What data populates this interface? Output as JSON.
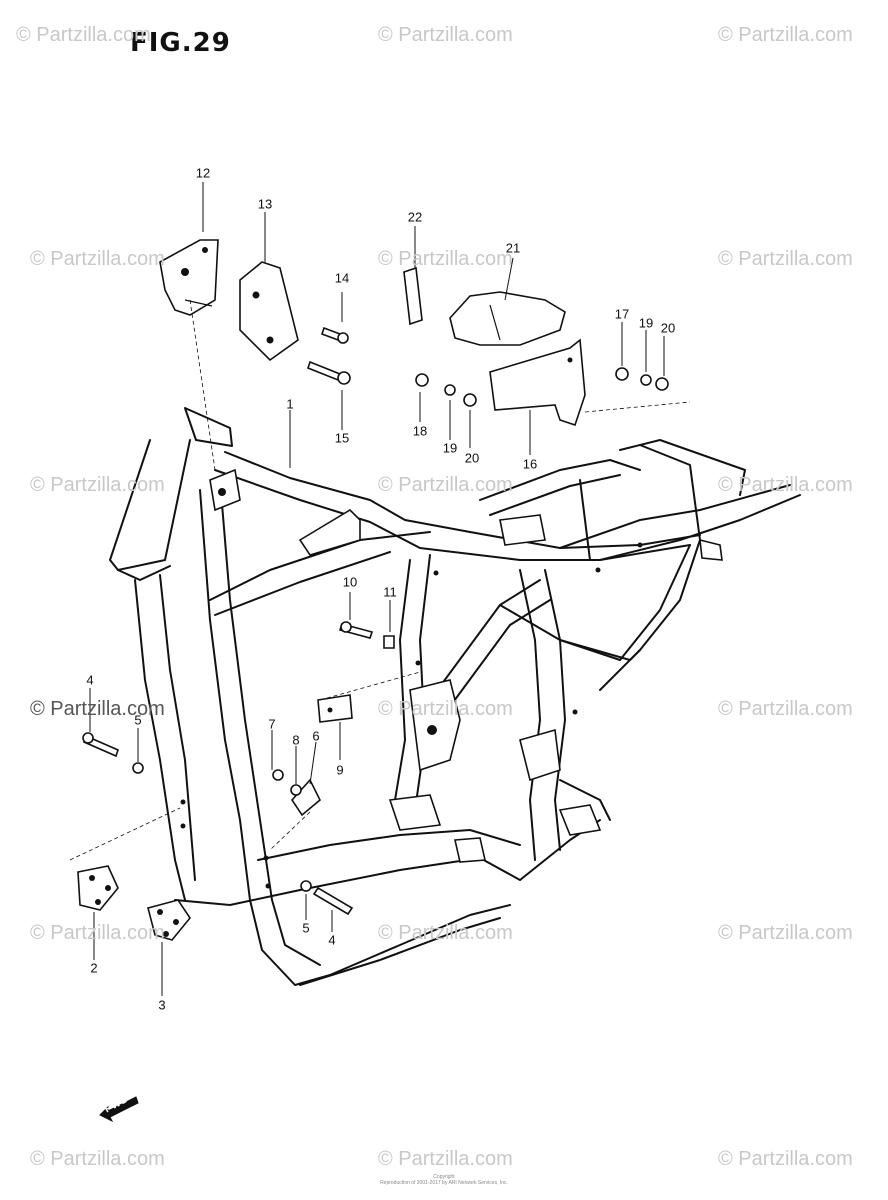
{
  "figure": {
    "title": "FIG.29"
  },
  "watermark": {
    "text": "© Partzilla.com"
  },
  "callouts": [
    "1",
    "2",
    "3",
    "4",
    "4",
    "5",
    "5",
    "6",
    "7",
    "8",
    "9",
    "10",
    "11",
    "12",
    "13",
    "14",
    "15",
    "16",
    "17",
    "18",
    "19",
    "19",
    "20",
    "20",
    "21",
    "22"
  ],
  "footer": {
    "line1": "Copyright",
    "line2": "Reproduction of 2001-2017 by ARI Network Services, Inc."
  },
  "direction_arrow": {
    "label": "FWD"
  },
  "colors": {
    "ink": "#111111",
    "watermark": "#c8c8c8",
    "background": "#ffffff"
  }
}
